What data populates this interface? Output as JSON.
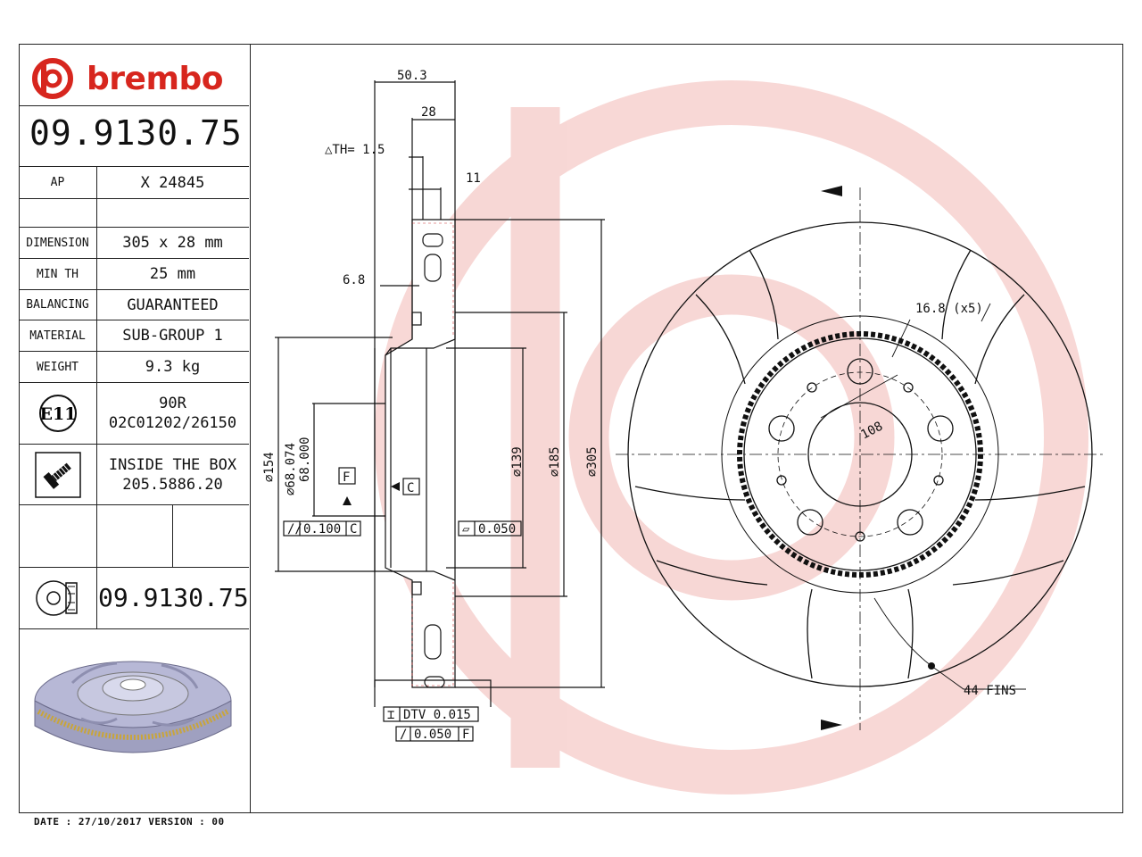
{
  "brand": {
    "name": "brembo",
    "color": "#d7261e"
  },
  "part_number": "09.9130.75",
  "spec": {
    "ap_label": "AP",
    "ap_value": "X 24845",
    "dimension_label": "DIMENSION",
    "dimension_value": "305 x 28 mm",
    "minth_label": "MIN TH",
    "minth_value": "25 mm",
    "balancing_label": "BALANCING",
    "balancing_value": "GUARANTEED",
    "material_label": "MATERIAL",
    "material_value": "SUB-GROUP 1",
    "weight_label": "WEIGHT",
    "weight_value": "9.3 kg",
    "e11_label": "E11",
    "e11_line1": "90R",
    "e11_line2": "02C01202/26150",
    "screw_line1": "INSIDE THE BOX",
    "screw_line2": "205.5886.20",
    "part_number_bottom": "09.9130.75"
  },
  "footer": "DATE : 27/10/2017 VERSION : 00",
  "dimensions": {
    "d50_3": "50.3",
    "d28": "28",
    "dth": "△TH= 1.5",
    "d11": "11",
    "d6_8": "6.8",
    "d154": "⌀154",
    "d68_074": "⌀68.074",
    "d68_000": "68.000",
    "d139": "⌀139",
    "d185": "⌀185",
    "d305": "⌀305",
    "d16_8": "16.8 (x5)",
    "d108": "108",
    "fins": "44 FINS",
    "datum_f": "F",
    "datum_c": "C",
    "tol_parallel": "0.100",
    "tol_parallel_ref": "C",
    "tol_flat": "0.050",
    "dtv": "DTV 0.015",
    "runout": "0.050",
    "runout_ref": "F"
  }
}
